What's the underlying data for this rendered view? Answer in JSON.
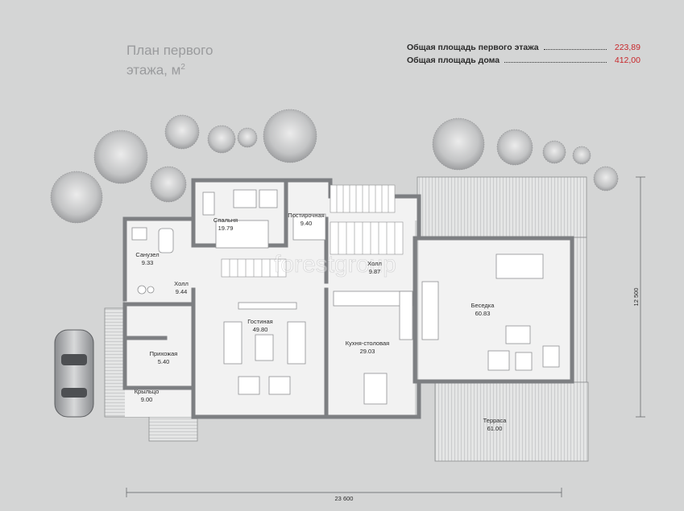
{
  "title": {
    "line1": "План первого",
    "line2": "этажа, м"
  },
  "areas": [
    {
      "label": "Общая площадь первого этажа",
      "value": "223,89"
    },
    {
      "label": "Общая площадь дома",
      "value": "412,00"
    }
  ],
  "rooms": {
    "bedroom": {
      "name": "Спальня",
      "area": "19.79"
    },
    "laundry": {
      "name": "Постирочная",
      "area": "9.40"
    },
    "bathroom": {
      "name": "Санузел",
      "area": "9.33"
    },
    "hall_left": {
      "name": "Холл",
      "area": "9.44"
    },
    "hall_right": {
      "name": "Холл",
      "area": "9.87"
    },
    "living": {
      "name": "Гостиная",
      "area": "49.80"
    },
    "entry": {
      "name": "Прихожая",
      "area": "5.40"
    },
    "porch": {
      "name": "Крыльцо",
      "area": "9.00"
    },
    "kitchen": {
      "name": "Кухня-столовая",
      "area": "29.03"
    },
    "gazebo": {
      "name": "Беседка",
      "area": "60.83"
    },
    "terrace": {
      "name": "Терраса",
      "area": "61.00"
    }
  },
  "dimensions": {
    "width": "23 600",
    "depth": "12 500"
  },
  "watermark": "forestgroup",
  "colors": {
    "accent": "#c8262a",
    "wall": "#7d7f82",
    "text": "#2b2b2b"
  }
}
